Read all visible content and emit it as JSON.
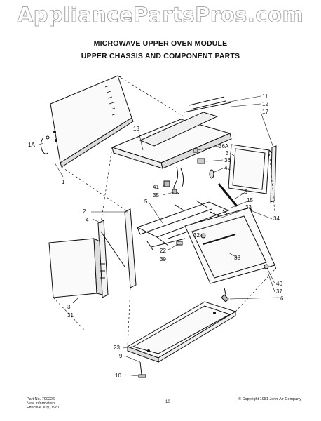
{
  "watermark": "AppliancePartsPros.com",
  "title_line1": "MICROWAVE UPPER OVEN MODULE",
  "title_line2": "UPPER CHASSIS AND COMPONENT PARTS",
  "callouts": {
    "c11": "11",
    "c12": "12",
    "c17": "17",
    "c13": "13",
    "c1a": "1A",
    "c1": "1",
    "c36a": "36A",
    "c3a": "3",
    "c36": "36",
    "c42": "42",
    "c41": "41",
    "c35": "35",
    "c16": "16",
    "c15": "15",
    "c33": "33",
    "c5": "5",
    "c2": "2",
    "c4": "4",
    "c34": "34",
    "c32": "32",
    "c38": "38",
    "c22": "22",
    "c39": "39",
    "c40": "40",
    "c37": "37",
    "c6": "6",
    "c3b": "3",
    "c31": "31",
    "c23": "23",
    "c9": "9",
    "c10": "10"
  },
  "footer": {
    "part_no": "Part No. 700226",
    "new_info": "New Information",
    "effective": "Effective July, 1981",
    "page_number": "10",
    "copyright": "© Copyright 1981 Jenn-Air Company"
  }
}
